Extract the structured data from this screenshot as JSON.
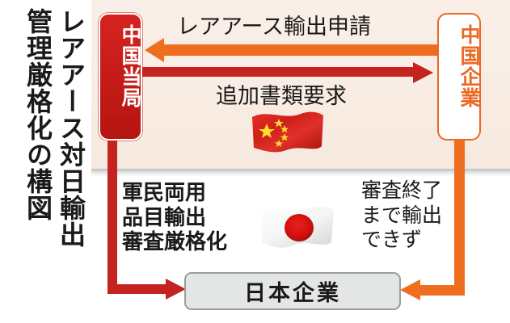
{
  "title": {
    "line_right": "レアアース対日輸出",
    "line_left": "管理厳格化の構図"
  },
  "nodes": {
    "china_authority": {
      "label": "中国当局",
      "text_color": "#ffffff",
      "fill_color": "#c41b18"
    },
    "china_company": {
      "label": "中国企業",
      "text_color": "#ea6a24",
      "border_color": "#ee6722"
    },
    "japan_company": {
      "label": "日本企業",
      "text_color": "#1a1a1a",
      "fill_color": "#e4e6e6",
      "border_color": "#9a9d9e"
    }
  },
  "flows": {
    "export_application": {
      "label": "レアアース輸出申請",
      "color": "#ef6d1f",
      "direction": "right-to-left"
    },
    "additional_documents": {
      "label": "追加書類要求",
      "color": "#c4231f",
      "direction": "left-to-right"
    },
    "dual_use_review": {
      "line1": "軍民両用",
      "line2": "品目輸出",
      "line3": "審査厳格化",
      "color": "#c4231f"
    },
    "cannot_export": {
      "line1": "審査終了",
      "line2": "まで輸出",
      "line3": "できず",
      "color": "#ef6d1f"
    }
  },
  "flags": {
    "china": "china-flag-icon",
    "japan": "japan-flag-icon"
  },
  "palette": {
    "panel_top_bg": "#f8ece3",
    "panel_bottom_bg": "#ffffff",
    "red": "#c4231f",
    "orange": "#ef6d1f",
    "gray_box": "#e4e6e6"
  }
}
